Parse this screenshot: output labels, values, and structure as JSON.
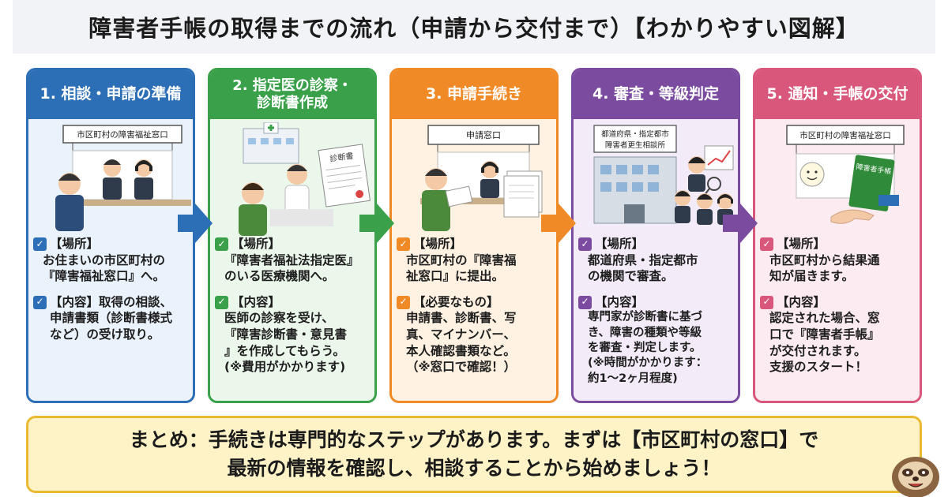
{
  "title": "障害者手帳の取得までの流れ（申請から交付まで）【わかりやすい図解】",
  "steps": [
    {
      "heading": "1. 相談・申請の準備",
      "sign": "市区町村の障害福祉窓口",
      "place_label": "【場所】",
      "place_text": "お住まいの市区町村の\n『障害福祉窓口』へ。",
      "content_label": "【内容】",
      "content_text": "取得の相談、\n申請書類（診断書様式\nなど）の受け取り。",
      "color": "#2c6fb6"
    },
    {
      "heading": "2. 指定医の診察・\n診断書作成",
      "doc_label": "診断書",
      "place_label": "【場所】",
      "place_text": "『障害者福祉法指定医』\nのいる医療機関へ。",
      "content_label": "【内容】",
      "content_text": "医師の診察を受け、\n『障害診断書・意見書\n』を作成してもらう。\n(※費用がかかります)",
      "color": "#3aa14a"
    },
    {
      "heading": "3. 申請手続き",
      "sign": "申請窓口",
      "place_label": "【場所】",
      "place_text": "市区町村の『障害福\n祉窓口』に提出。",
      "content_label": "【必要なもの】",
      "content_text": "申請書、診断書、写\n真、マイナンバー、\n本人確認書類など。\n（※窓口で確認！）",
      "color": "#f08a26"
    },
    {
      "heading": "4. 審査・等級判定",
      "sign_line1": "都道府県・指定都市",
      "sign_line2": "障害者更生相談所",
      "place_label": "【場所】",
      "place_text": "都道府県・指定都市\nの機関で審査。",
      "content_label": "【内容】",
      "content_text": "専門家が診断書に基づ\nき、障害の種類や等級\nを審査・判定します。\n(※時間がかかります：\n約1～2ヶ月程度)",
      "color": "#7b4ba0"
    },
    {
      "heading": "5. 通知・手帳の交付",
      "sign": "市区町村の障害福祉窓口",
      "handbook_label": "障害者手帳",
      "place_label": "【場所】",
      "place_text": "市区町村から結果通\n知が届きます。",
      "content_label": "【内容】",
      "content_text": "認定された場合、窓\n口で『障害者手帳』\nが交付されます。\n支援のスタート！",
      "color": "#d9577a"
    }
  ],
  "summary": {
    "line1": "まとめ：手続きは専門的なステップがあります。まずは【市区町村の窓口】で",
    "line2": "最新の情報を確認し、相談することから始めましょう！"
  },
  "check_icon": "checkbox-check-icon",
  "colors": {
    "title_bg": "#f1f3f6",
    "summary_bg": "#fdf3c6",
    "summary_border": "#e9b930"
  }
}
